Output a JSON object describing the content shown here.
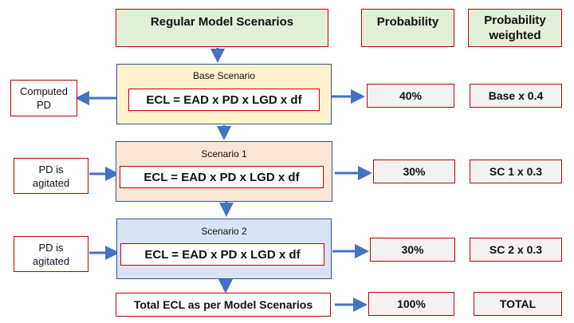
{
  "header": {
    "scenarios_title": "Regular Model Scenarios",
    "probability_title": "Probability",
    "weighted_title": "Probability weighted"
  },
  "scenarios": [
    {
      "name": "Base Scenario",
      "formula": "ECL = EAD x PD x LGD x df",
      "probability": "40%",
      "weighted": "Base x 0.4",
      "side_note": "Computed PD"
    },
    {
      "name": "Scenario 1",
      "formula": "ECL = EAD x PD x LGD x df",
      "probability": "30%",
      "weighted": "SC 1 x 0.3",
      "side_note": "PD is agitated"
    },
    {
      "name": "Scenario 2",
      "formula": "ECL = EAD x PD x LGD x df",
      "probability": "30%",
      "weighted": "SC 2 x 0.3",
      "side_note": "PD is agitated"
    }
  ],
  "total": {
    "label": "Total ECL as per Model Scenarios",
    "probability": "100%",
    "weighted": "TOTAL"
  },
  "colors": {
    "arrow": "#4472c4",
    "border_red": "#c00000",
    "border_blue": "#2f5597",
    "base_fill": "#fff2cc",
    "sc1_fill": "#fbe5d6",
    "sc2_fill": "#dae3f3",
    "header_fill": "#e2efd9"
  }
}
